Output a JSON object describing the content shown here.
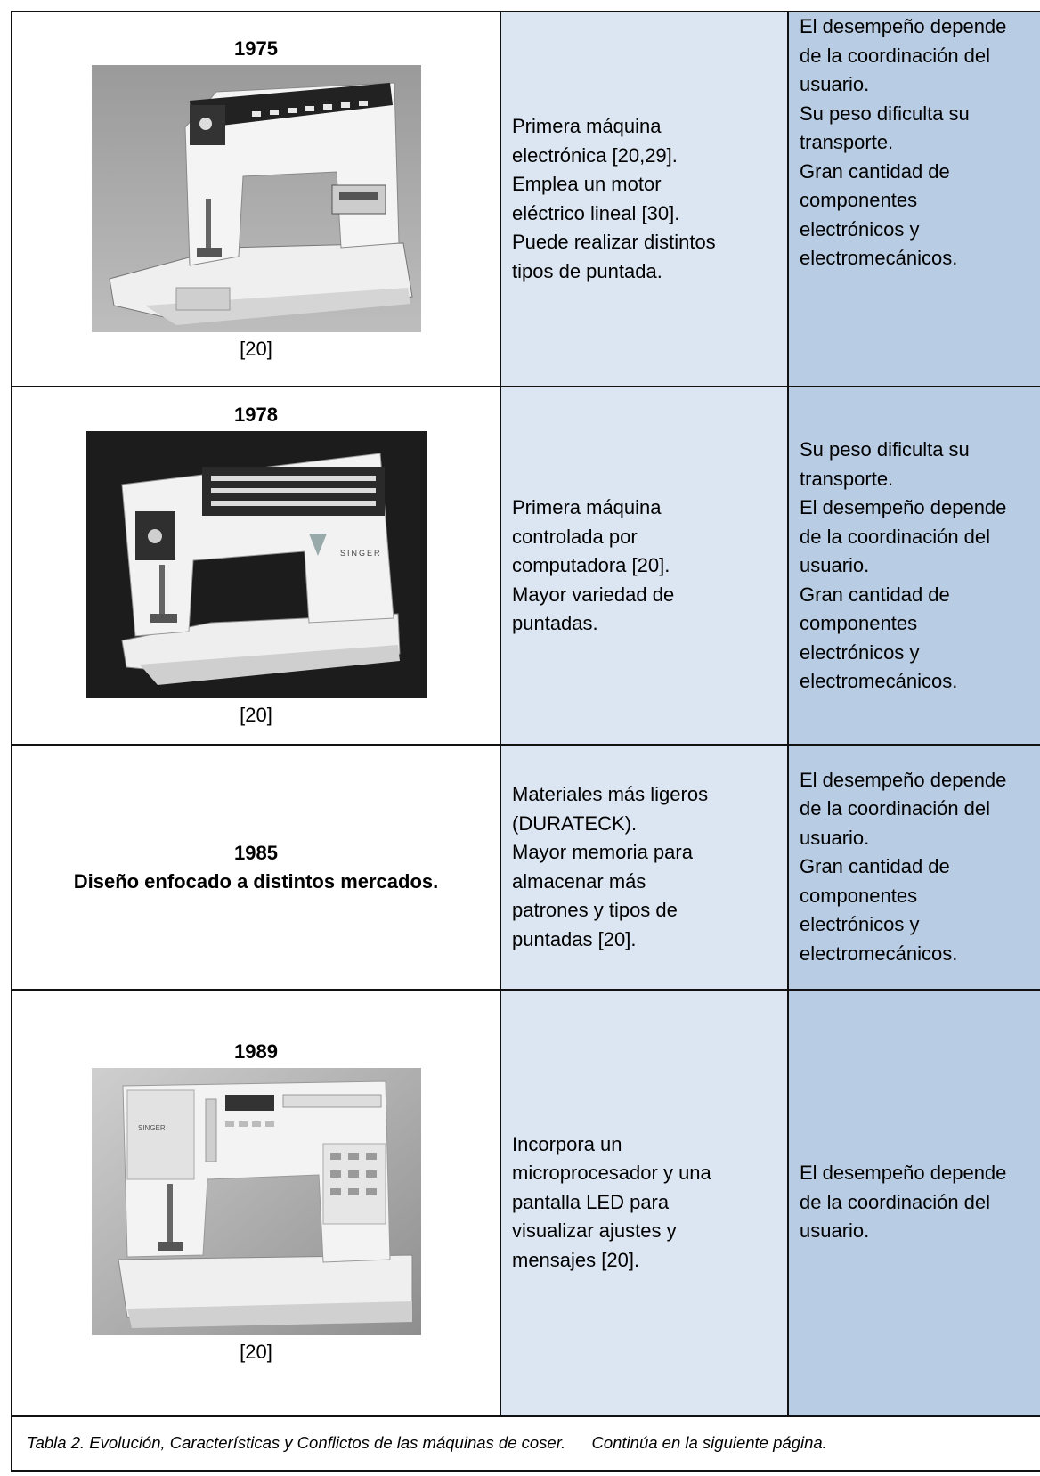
{
  "rows": [
    {
      "year": "1975",
      "image_ref": "[20]",
      "image_icon": "sewing-machine-1975-photo",
      "characteristics": [
        "Primera máquina",
        "electrónica [20,29].",
        "Emplea un motor",
        "eléctrico lineal [30].",
        "Puede realizar distintos",
        "tipos de puntada."
      ],
      "conflicts": [
        "El desempeño depende",
        "de la coordinación del",
        "usuario.",
        "Su peso dificulta su",
        "transporte.",
        "Gran cantidad de",
        "componentes",
        "electrónicos y",
        "electromecánicos."
      ]
    },
    {
      "year": "1978",
      "image_ref": "[20]",
      "image_icon": "sewing-machine-1978-photo",
      "image_brand": "SINGER",
      "characteristics": [
        "Primera máquina",
        "controlada por",
        "computadora [20].",
        "Mayor variedad de",
        "puntadas."
      ],
      "conflicts": [
        "Su peso dificulta su",
        "transporte.",
        "El desempeño depende",
        "de la coordinación del",
        "usuario.",
        "Gran cantidad de",
        "componentes",
        "electrónicos y",
        "electromecánicos."
      ]
    },
    {
      "year": "1985",
      "subtitle": "Diseño enfocado a distintos mercados.",
      "characteristics": [
        "Materiales más ligeros",
        "(DURATECK).",
        "Mayor memoria para",
        "almacenar más",
        "patrones y tipos de",
        "puntadas [20]."
      ],
      "conflicts": [
        "El desempeño depende",
        "de la coordinación del",
        "usuario.",
        "Gran cantidad de",
        "componentes",
        "electrónicos y",
        "electromecánicos."
      ]
    },
    {
      "year": "1989",
      "image_ref": "[20]",
      "image_icon": "sewing-machine-1989-photo",
      "image_brand": "SINGER",
      "characteristics": [
        "Incorpora un",
        "microprocesador y una",
        "pantalla LED para",
        "visualizar ajustes y",
        "mensajes [20]."
      ],
      "conflicts": [
        "El desempeño depende",
        "de la coordinación del",
        "usuario."
      ]
    }
  ],
  "caption": {
    "title": "Tabla 2. Evolución, Características y Conflictos de las máquinas de coser.",
    "continued": "Continúa en la siguiente página."
  },
  "colors": {
    "characteristics_bg": "#dce6f2",
    "conflicts_bg": "#b8cce4",
    "border": "#111111"
  }
}
